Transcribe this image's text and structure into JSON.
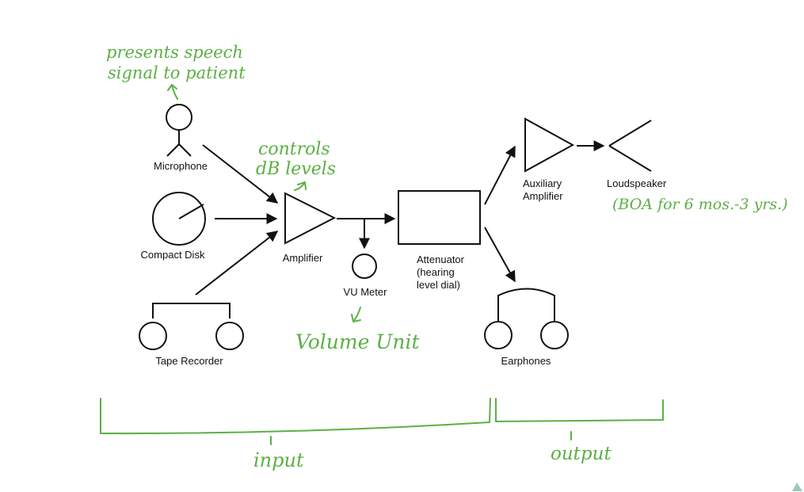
{
  "labels": {
    "microphone": "Microphone",
    "compact_disk": "Compact Disk",
    "tape_recorder": "Tape Recorder",
    "amplifier": "Amplifier",
    "vu_meter": "VU Meter",
    "attenuator": [
      "Attenuator",
      "(hearing",
      "level dial)"
    ],
    "auxiliary_amplifier": [
      "Auxiliary",
      "Amplifier"
    ],
    "loudspeaker": "Loudspeaker",
    "earphones": "Earphones"
  },
  "annotations": {
    "speech": [
      "presents speech",
      "signal to patient"
    ],
    "controls": [
      "controls",
      "dB levels"
    ],
    "volume_unit": "Volume Unit",
    "boa": "(BOA for 6 mos.-3 yrs.)",
    "input": "input",
    "output": "output"
  },
  "colors": {
    "ink": "#111111",
    "annotation": "#5bb044",
    "corner_marker": "#9ec8bb"
  }
}
